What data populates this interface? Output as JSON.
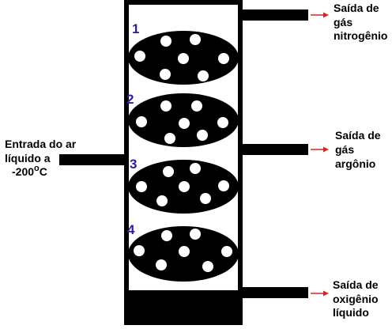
{
  "colors": {
    "structure": "#000000",
    "chamber_interior": "#ffffff",
    "tray": "#000000",
    "bubble": "#ffffff",
    "tray_number": "#2b1fa0",
    "arrow": "#d0281f"
  },
  "inlet": {
    "line1": "Entrada do ar",
    "line2": "líquido a",
    "line3_value": "-200",
    "line3_degree": "o",
    "line3_unit": "C"
  },
  "trays": [
    {
      "number": "1"
    },
    {
      "number": "2"
    },
    {
      "number": "3"
    },
    {
      "number": "4"
    }
  ],
  "outlets": {
    "nitrogen": {
      "line1": "Saída de",
      "line2": "gás",
      "line3": "nitrogênio"
    },
    "argon": {
      "line1": "Saída de",
      "line2": "gás",
      "line3": "argônio"
    },
    "oxygen": {
      "line1": "Saída de",
      "line2": "oxigênio",
      "line3": "líquido"
    }
  }
}
